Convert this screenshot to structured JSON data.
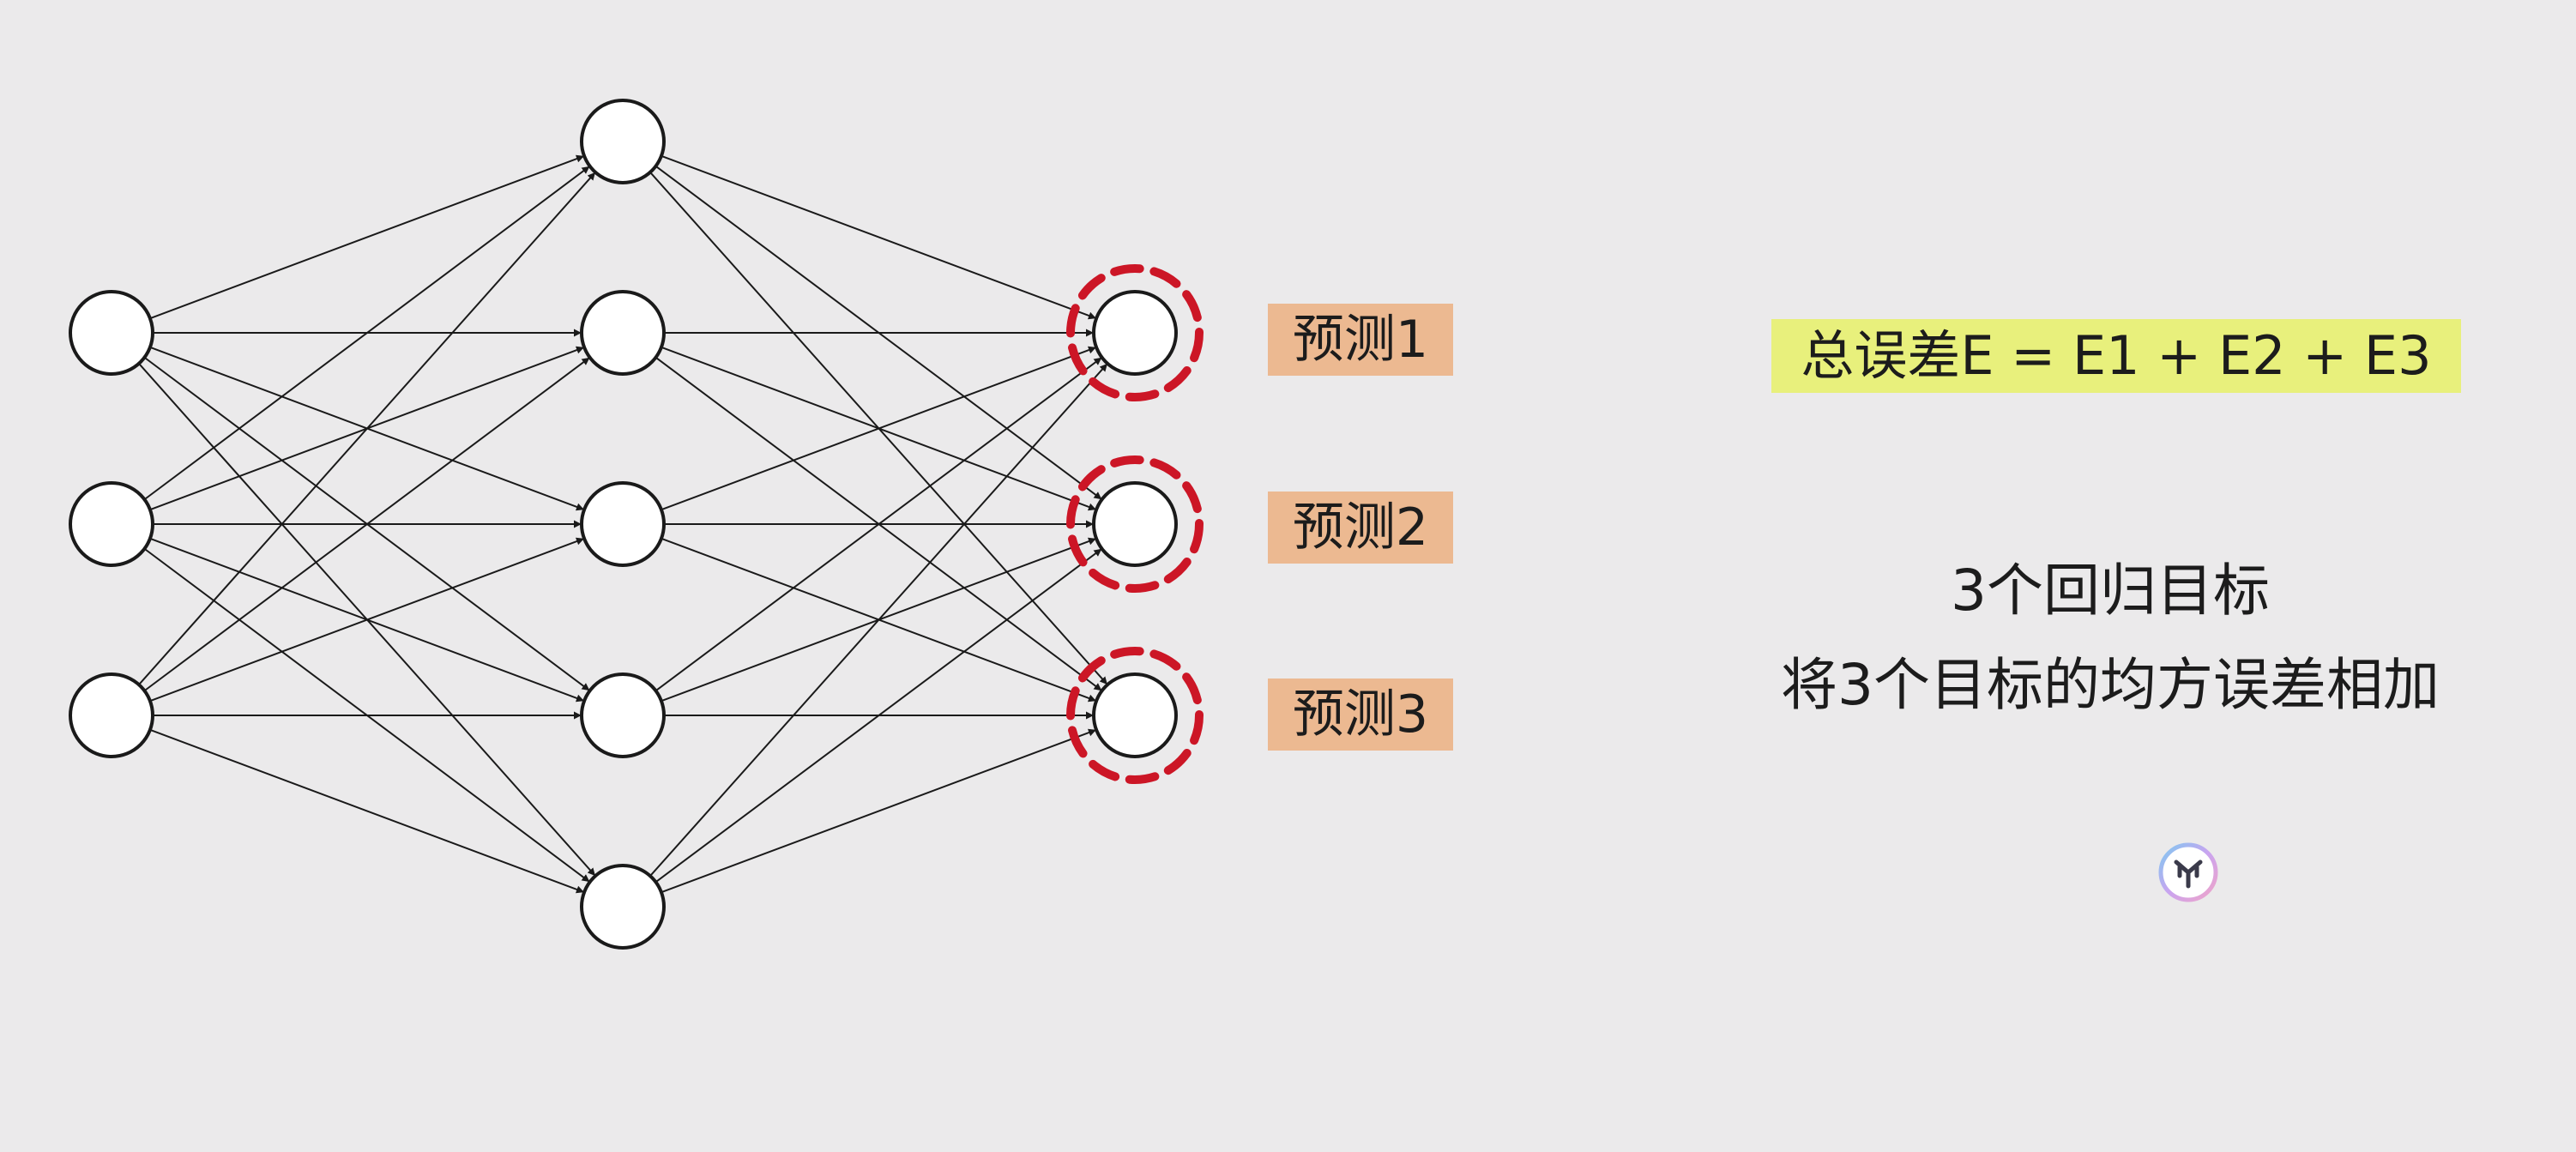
{
  "predictions": [
    "预测1",
    "预测2",
    "预测3"
  ],
  "total_error": "总误差E = E1 + E2 + E3",
  "notes": [
    "3个回归目标",
    "将3个目标的均方误差相加"
  ],
  "network": {
    "layers": [
      3,
      5,
      3
    ],
    "highlighted_layer": 3,
    "colors": {
      "background": "#ebeaeb",
      "node_stroke": "#1a1a1a",
      "edge": "#1a1a1a",
      "highlight_ring": "#cc1626",
      "prediction_bg": "#ecb991",
      "formula_bg": "#e8f07c"
    }
  },
  "icons": {
    "watermark": "logo-badge-icon"
  }
}
